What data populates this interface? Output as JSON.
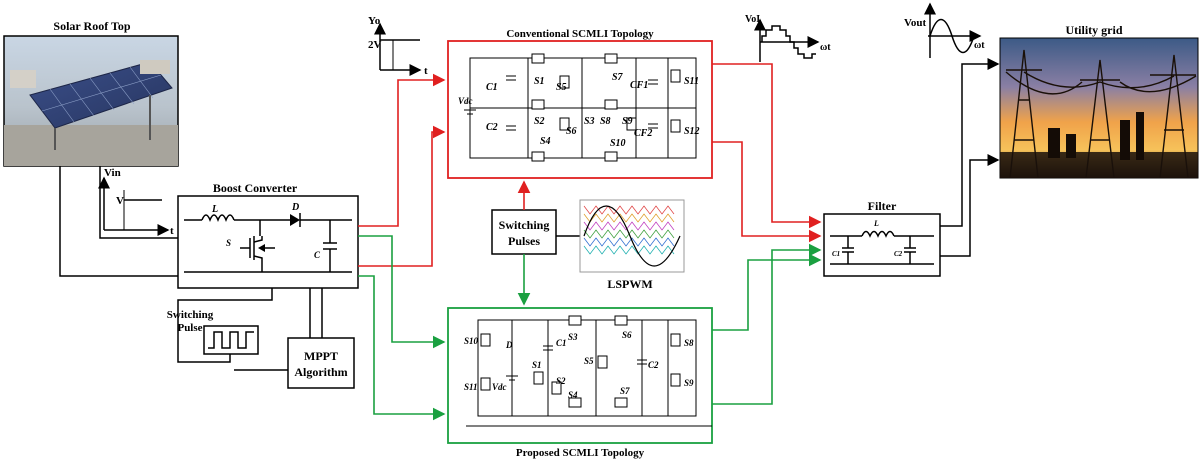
{
  "blocks": {
    "solar": "Solar Roof Top",
    "boost": "Boost Converter",
    "switching_pulses": [
      "Switching",
      "Pulses"
    ],
    "switching_pulse": [
      "Switching",
      "Pulse"
    ],
    "mppt": [
      "MPPT",
      "Algorithm"
    ],
    "lspwm": "LSPWM",
    "conventional": "Conventional SCMLI Topology",
    "proposed": "Proposed SCMLI Topology",
    "filter": "Filter",
    "grid": "Utility grid"
  },
  "waveform_labels": {
    "yo": "Yo",
    "two_v": "2V",
    "t": "t",
    "vin": "Vin",
    "v": "V",
    "vol": "VoI",
    "omega_t": "ωt",
    "vout": "Vout"
  },
  "boost_components": {
    "L": "L",
    "D": "D",
    "S": "S",
    "C": "C"
  },
  "filter_components": {
    "L": "L",
    "C1": "C1",
    "C2": "C2"
  },
  "conventional_components": [
    "C1",
    "C2",
    "Vdc",
    "S1",
    "S2",
    "S3",
    "S4",
    "S5",
    "S6",
    "S7",
    "S8",
    "S9",
    "S10",
    "CF1",
    "CF2",
    "S11",
    "S12"
  ],
  "proposed_components": [
    "S10",
    "S11",
    "D",
    "Vdc",
    "C1",
    "S1",
    "S2",
    "S3",
    "S4",
    "S5",
    "S6",
    "S7",
    "C2",
    "S8",
    "S9"
  ],
  "colors": {
    "red_path": "#e02020",
    "green_path": "#1aa040",
    "wire": "#000000"
  }
}
